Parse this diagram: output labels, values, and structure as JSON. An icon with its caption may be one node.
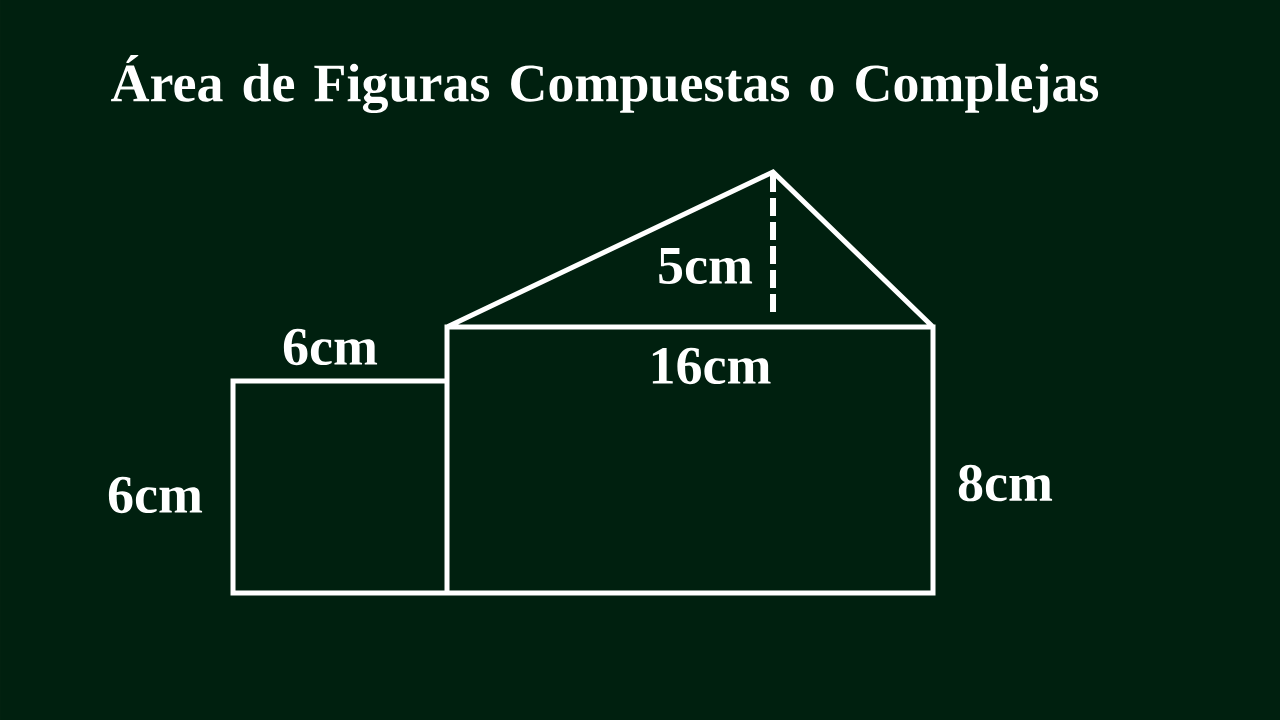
{
  "diagram": {
    "title": "Área de Figuras Compuestas o Complejas",
    "labels": [
      "5cm",
      "6cm",
      "16cm",
      "8cm",
      "6cm"
    ]
  }
}
